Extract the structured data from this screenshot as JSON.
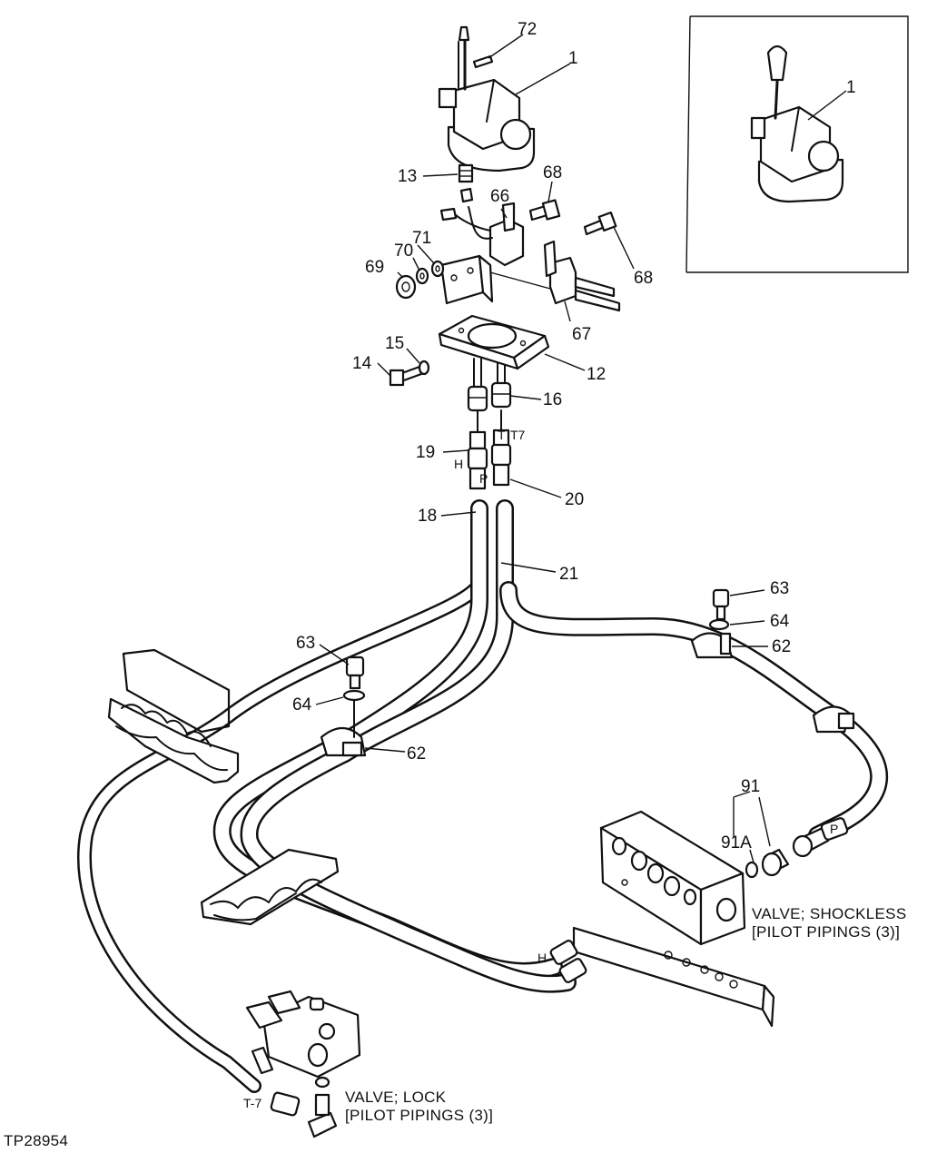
{
  "labels": {
    "l1": "1",
    "l1b": "1",
    "l72": "72",
    "l13": "13",
    "l66": "66",
    "l68a": "68",
    "l68b": "68",
    "l71": "71",
    "l70": "70",
    "l69": "69",
    "l67": "67",
    "l15": "15",
    "l14": "14",
    "l12": "12",
    "l16": "16",
    "l19": "19",
    "l20": "20",
    "l18": "18",
    "l21": "21",
    "l63a": "63",
    "l64a": "64",
    "l62a": "62",
    "l63b": "63",
    "l64b": "64",
    "l62b": "62",
    "l91": "91",
    "l91a": "91A"
  },
  "hose_tags": {
    "t7": "T7",
    "h_upper": "H",
    "p_upper": "P",
    "t_upper": "T",
    "p_right": "P",
    "h_lower": "H",
    "t7_lower": "T-7"
  },
  "captions": {
    "shockless_line1": "VALVE; SHOCKLESS",
    "shockless_line2": "[PILOT PIPINGS (3)]",
    "lock_line1": "VALVE; LOCK",
    "lock_line2": "[PILOT PIPINGS (3)]"
  },
  "figure_id": "TP28954"
}
